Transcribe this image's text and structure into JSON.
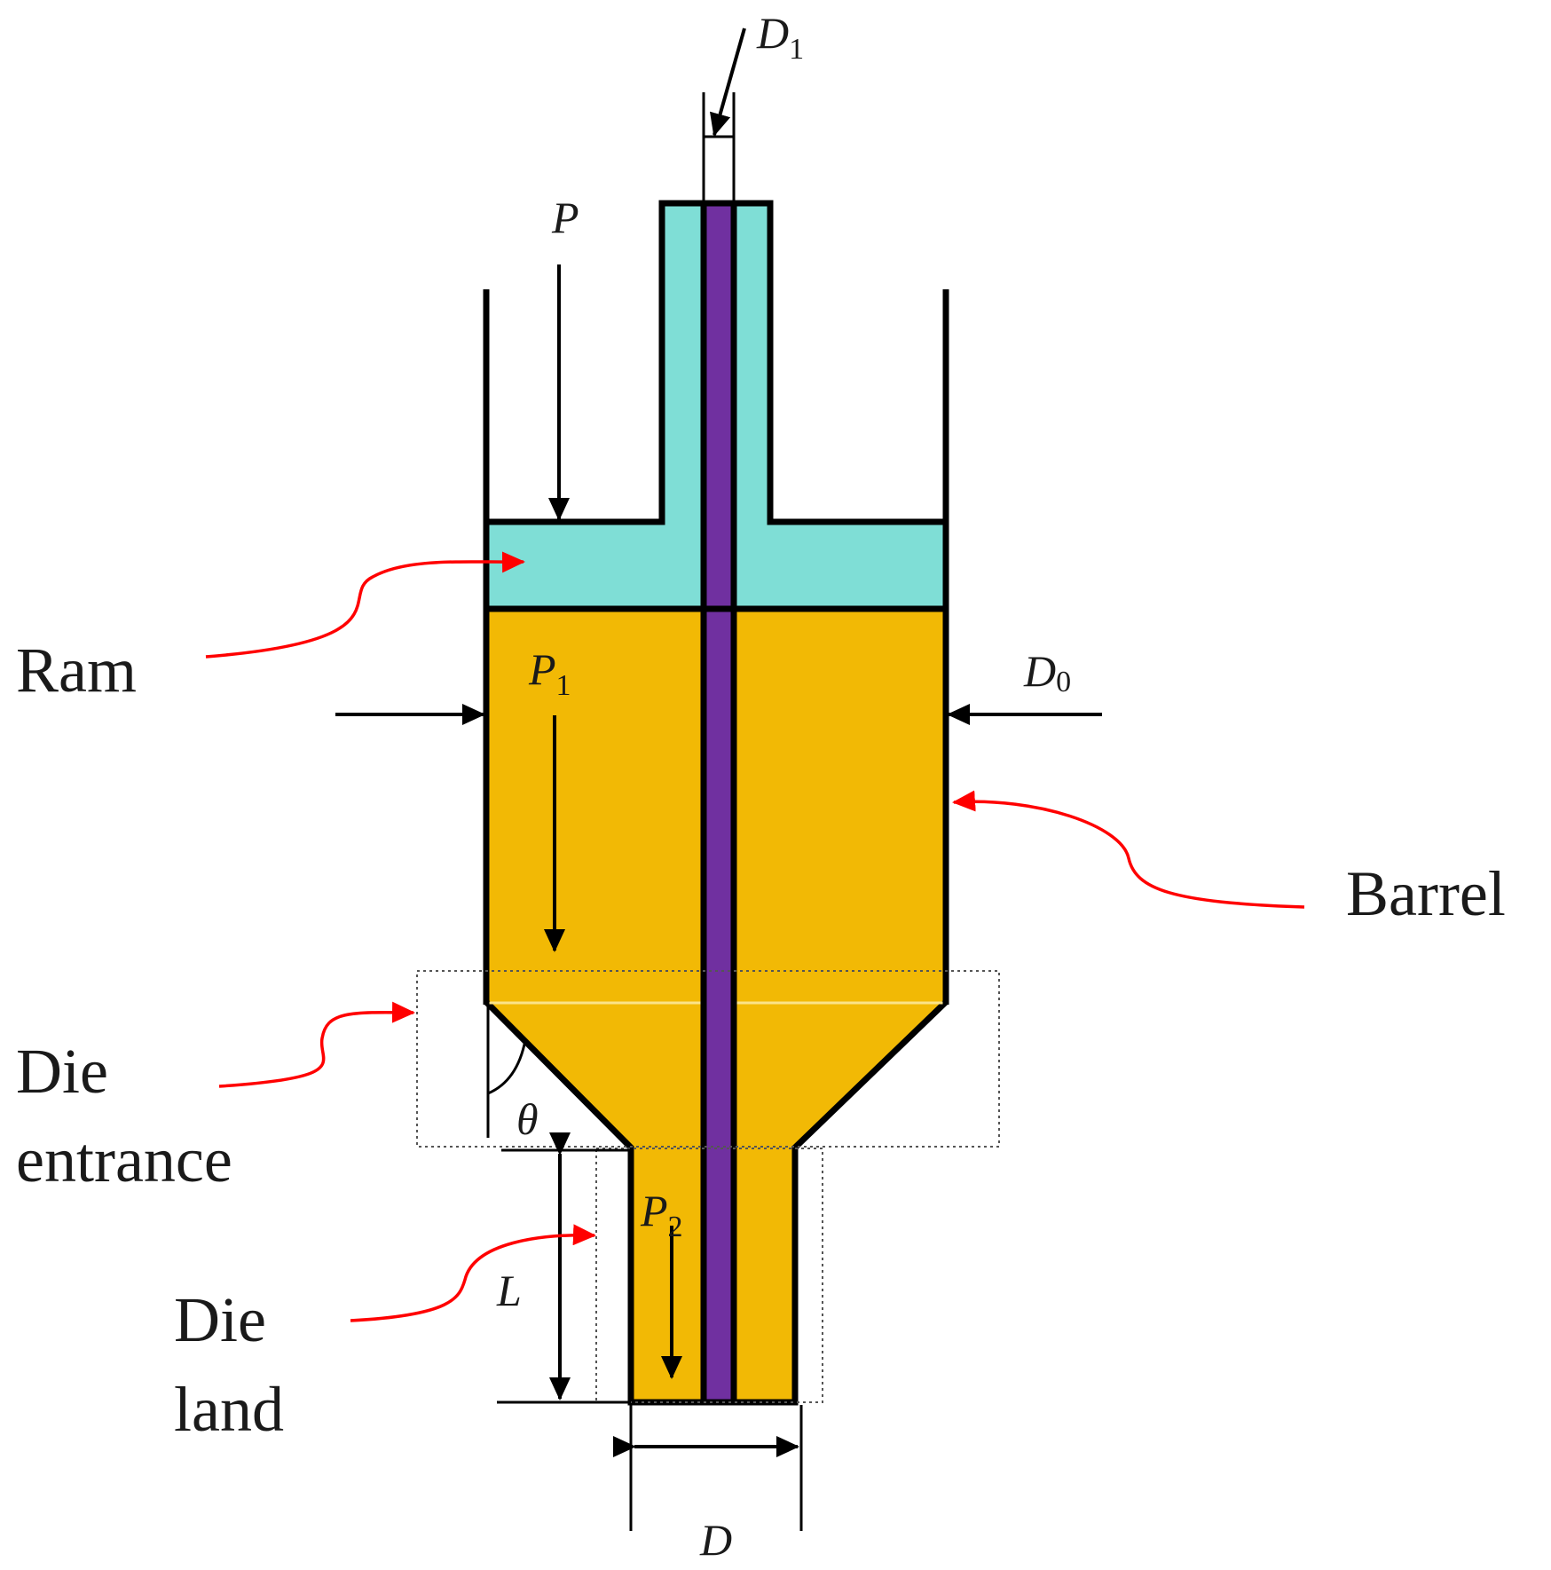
{
  "labels": {
    "ram": "Ram",
    "barrel": "Barrel",
    "die_entrance_line1": "Die",
    "die_entrance_line2": "entrance",
    "die_land_line1": "Die",
    "die_land_line2": "land"
  },
  "symbols": {
    "p": "P",
    "p1_main": "P",
    "p1_sub": "1",
    "p2_main": "P",
    "p2_sub": "2",
    "d0_main": "D",
    "d0_sub": "0",
    "d1_main": "D",
    "d1_sub": "1",
    "d": "D",
    "l": "L",
    "theta": "θ"
  },
  "colors": {
    "ram": "#7fded6",
    "material": "#f2b905",
    "mandrel": "#7030a0",
    "outline": "#000000",
    "label_arrow": "#ff0000"
  }
}
